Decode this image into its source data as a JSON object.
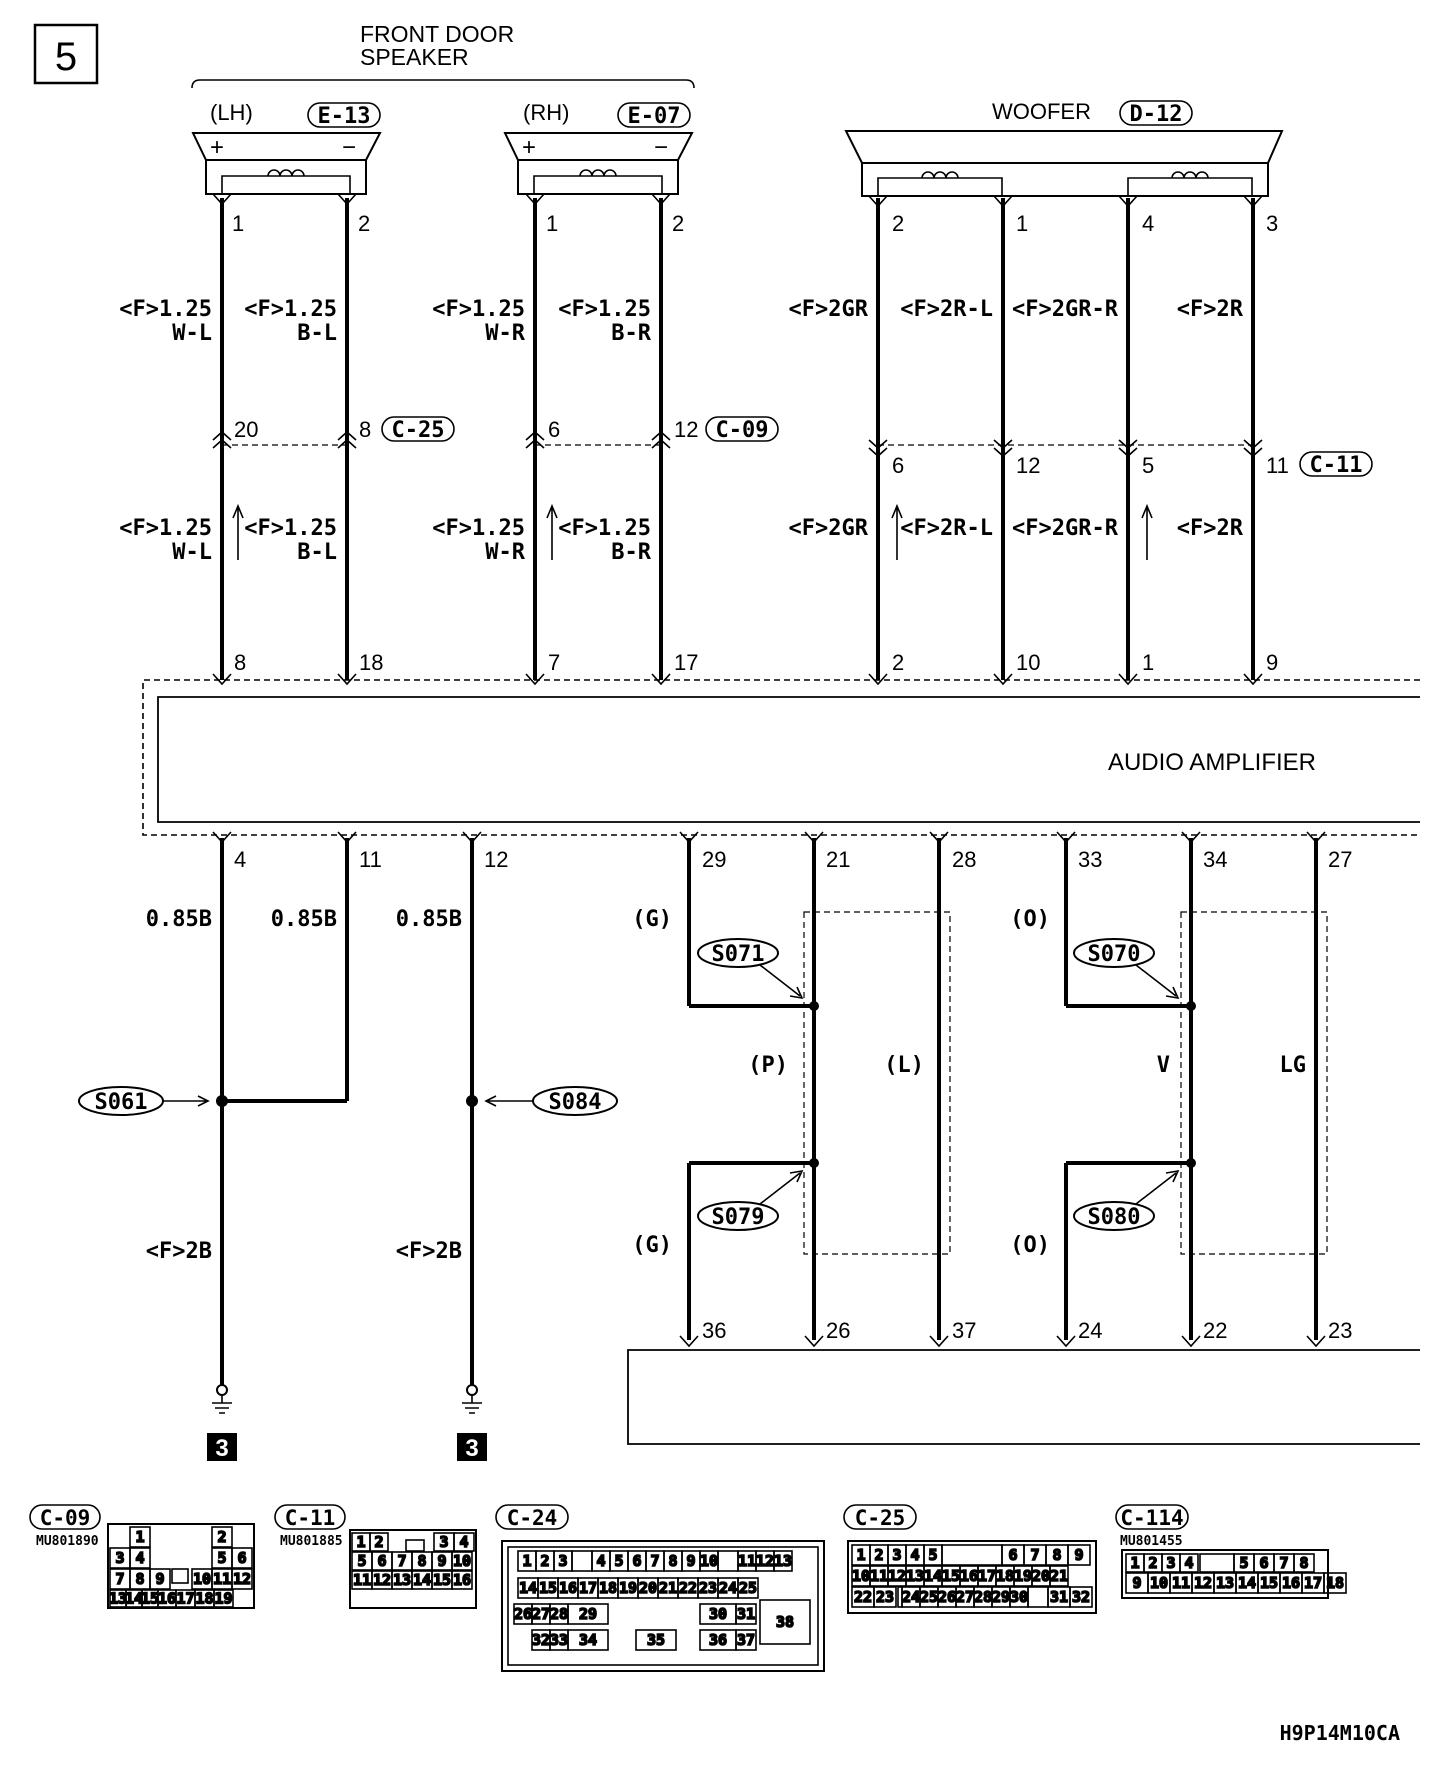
{
  "page_number": "5",
  "speaker_group": {
    "title_line1": "FRONT DOOR",
    "title_line2": "SPEAKER"
  },
  "speakers": {
    "lh": {
      "side": "(LH)",
      "connector": "E-13",
      "plus": "+",
      "minus": "−",
      "pin_a": "1",
      "pin_b": "2"
    },
    "rh": {
      "side": "(RH)",
      "connector": "E-07",
      "plus": "+",
      "minus": "−",
      "pin_a": "1",
      "pin_b": "2"
    }
  },
  "woofer": {
    "title": "WOOFER",
    "connector": "D-12",
    "pins": [
      "2",
      "1",
      "4",
      "3"
    ]
  },
  "upper_wires": {
    "lh_a_l1": "<F>1.25",
    "lh_a_l2": "W-L",
    "lh_b_l1": "<F>1.25",
    "lh_b_l2": "B-L",
    "rh_a_l1": "<F>1.25",
    "rh_a_l2": "W-R",
    "rh_b_l1": "<F>1.25",
    "rh_b_l2": "B-R",
    "wf_1": "<F>2GR",
    "wf_2": "<F>2R-L",
    "wf_3": "<F>2GR-R",
    "wf_4": "<F>2R"
  },
  "junction_connectors": {
    "c25": {
      "name": "C-25",
      "pin_a": "20",
      "pin_b": "8"
    },
    "c09": {
      "name": "C-09",
      "pin_a": "6",
      "pin_b": "12"
    },
    "c11": {
      "name": "C-11",
      "pins": [
        "6",
        "12",
        "5",
        "11"
      ]
    }
  },
  "lower_wires": {
    "lh_a_l1": "<F>1.25",
    "lh_a_l2": "W-L",
    "lh_b_l1": "<F>1.25",
    "lh_b_l2": "B-L",
    "rh_a_l1": "<F>1.25",
    "rh_a_l2": "W-R",
    "rh_b_l1": "<F>1.25",
    "rh_b_l2": "B-R",
    "wf_1": "<F>2GR",
    "wf_2": "<F>2R-L",
    "wf_3": "<F>2GR-R",
    "wf_4": "<F>2R"
  },
  "amplifier": {
    "label": "AUDIO AMPLIFIER",
    "top_pins": [
      "8",
      "18",
      "7",
      "17",
      "2",
      "10",
      "1",
      "9"
    ],
    "bottom_pins": [
      "4",
      "11",
      "12",
      "29",
      "21",
      "28",
      "33",
      "34",
      "27"
    ]
  },
  "ground_wires": {
    "w1": "0.85B",
    "w2": "0.85B",
    "w3": "0.85B",
    "f1": "<F>2B",
    "f2": "<F>2B",
    "ground_ref_1": "3",
    "ground_ref_2": "3"
  },
  "splices": {
    "s061": "S061",
    "s084": "S084",
    "s071": "S071",
    "s079": "S079",
    "s070": "S070",
    "s080": "S080"
  },
  "shield_colors": {
    "g_top": "(G)",
    "g_bot": "(G)",
    "p": "(P)",
    "l": "(L)",
    "o_top": "(O)",
    "o_bot": "(O)",
    "v": "V",
    "lg": "LG"
  },
  "lower_unit_pins": [
    "36",
    "26",
    "37",
    "24",
    "22",
    "23"
  ],
  "connector_views": {
    "c09": {
      "name": "C-09",
      "part": "MU801890"
    },
    "c11": {
      "name": "C-11",
      "part": "MU801885"
    },
    "c24": {
      "name": "C-24"
    },
    "c25": {
      "name": "C-25"
    },
    "c114": {
      "name": "C-114",
      "part": "MU801455"
    }
  },
  "diagram_code": "H9P14M10CA"
}
